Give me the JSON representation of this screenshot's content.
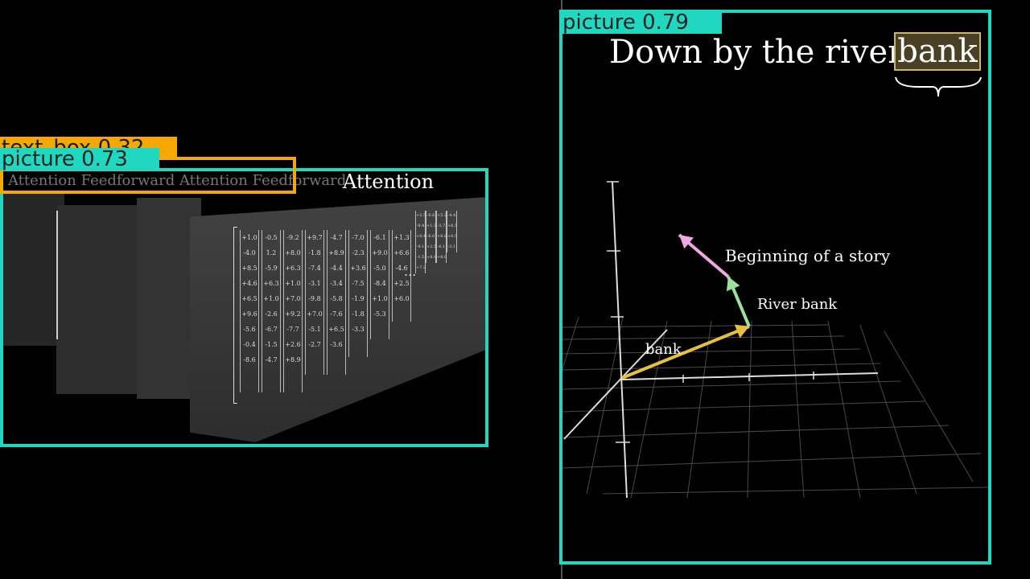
{
  "left_scene": {
    "stage_labels": [
      "Attention",
      "Feedforward",
      "Attention",
      "Feedforward"
    ],
    "heading": "Attention",
    "matrix_columns": [
      [
        "+1.0",
        "-4.0",
        "+8.5",
        "+4.6",
        "+6.5",
        "+9.6",
        "-5.6",
        "-0.4",
        "-8.6"
      ],
      [
        "-0.5",
        "1.2",
        "-5.9",
        "+6.3",
        "+1.0",
        "-2.6",
        "-6.7",
        "-1.5",
        "-4.7"
      ],
      [
        "-9.2",
        "+8.0",
        "+6.3",
        "+1.0",
        "+7.0",
        "+9.2",
        "-7.7",
        "+2.6",
        "+8.9"
      ],
      [
        "+9.7",
        "-1.8",
        "-7.4",
        "-3.1",
        "-9.8",
        "+7.0",
        "-5.1",
        "-2.7"
      ],
      [
        "-4.7",
        "+8.9",
        "-4.4",
        "-3.4",
        "-5.8",
        "-7.6",
        "+6.5",
        "-3.6"
      ],
      [
        "-7.0",
        "-2.3",
        "+3.6",
        "-7.5",
        "-1.9",
        "-1.8",
        "-3.3"
      ],
      [
        "-6.1",
        "+9.0",
        "-5.0",
        "-8.4",
        "+1.0",
        "-5.3"
      ],
      [
        "+1.3",
        "+6.6",
        "-4.6",
        "+2.5",
        "+6.0"
      ]
    ],
    "ellipsis": "...",
    "right_columns": [
      [
        "+2.5",
        "-9.4",
        "+0.4",
        "-9.1",
        "-1.5",
        "+7.2"
      ],
      [
        "-6.6",
        "+1.3",
        "-6.0",
        "+2.5",
        "+8.9"
      ],
      [
        "+5.2",
        "-3.7",
        "+8.8",
        "-6.1",
        "+8.0"
      ],
      [
        "-4.4",
        "+6.5",
        "+0.5",
        "-3.1"
      ]
    ]
  },
  "right_scene": {
    "sentence_prefix": "Down by the river",
    "highlight_word": "bank",
    "vectors": [
      {
        "label": "bank",
        "color": "#e8c040"
      },
      {
        "label": "River bank",
        "color": "#9be39b"
      },
      {
        "label": "Beginning of a story",
        "color": "#f0a8e0"
      }
    ]
  },
  "detections": [
    {
      "label": "text_box 0.32",
      "color": "#f5a800"
    },
    {
      "label": "picture 0.73",
      "color": "#20d8c0"
    },
    {
      "label": "picture 0.79",
      "color": "#20d8c0"
    }
  ]
}
